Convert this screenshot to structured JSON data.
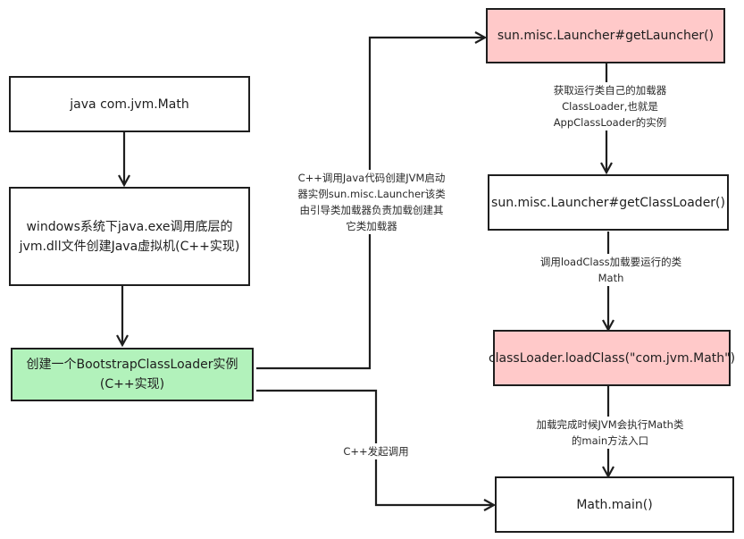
{
  "nodes": {
    "java_cmd": {
      "text": "java com.jvm.Math",
      "fill": "#ffffff"
    },
    "create_jvm": {
      "text": "windows系统下java.exe调用底层的jvm.dll文件创建Java虚拟机(C++实现)",
      "fill": "#ffffff"
    },
    "bootstrap": {
      "text": "创建一个BootstrapClassLoader实例(C++实现)",
      "fill": "#b2f2bb"
    },
    "get_launcher": {
      "text": "sun.misc.Launcher#getLauncher()",
      "fill": "#ffc9c9"
    },
    "get_classloader": {
      "text": "sun.misc.Launcher#getClassLoader()",
      "fill": "#ffffff"
    },
    "load_class": {
      "text": "classLoader.loadClass(\"com.jvm.Math\")",
      "fill": "#ffc9c9"
    },
    "math_main": {
      "text": "Math.main()",
      "fill": "#ffffff"
    }
  },
  "edge_labels": {
    "cpp_call_java": "C++调用Java代码创建JVM启动器实例sun.misc.Launcher该类由引导类加载器负责加载创建其它类加载器",
    "get_app_loader": "获取运行类自己的加载器ClassLoader,也就是AppClassLoader的实例",
    "call_loadclass": "调用loadClass加载要运行的类Math",
    "after_load": "加载完成时候JVM会执行Math类的main方法入口",
    "cpp_invoke": "C++发起调用"
  }
}
